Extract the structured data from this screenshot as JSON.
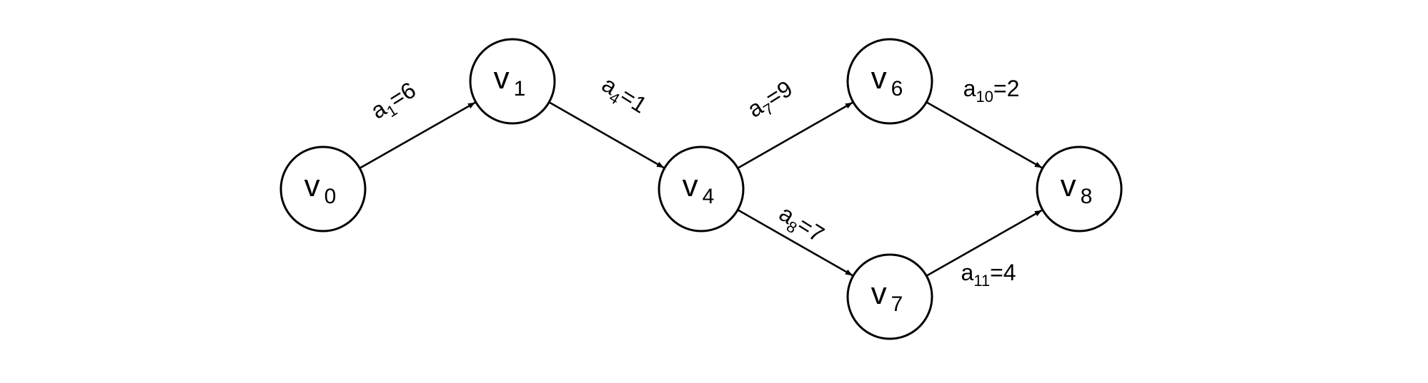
{
  "nodes": [
    {
      "id": "v0",
      "base": "v",
      "sub": "0"
    },
    {
      "id": "v1",
      "base": "v",
      "sub": "1"
    },
    {
      "id": "v4",
      "base": "v",
      "sub": "4"
    },
    {
      "id": "v6",
      "base": "v",
      "sub": "6"
    },
    {
      "id": "v7",
      "base": "v",
      "sub": "7"
    },
    {
      "id": "v8",
      "base": "v",
      "sub": "8"
    }
  ],
  "edges": [
    {
      "id": "a1",
      "from": "v0",
      "to": "v1",
      "base": "a",
      "sub": "1",
      "rest": "=6"
    },
    {
      "id": "a4",
      "from": "v1",
      "to": "v4",
      "base": "a",
      "sub": "4",
      "rest": "=1"
    },
    {
      "id": "a7",
      "from": "v4",
      "to": "v6",
      "base": "a",
      "sub": "7",
      "rest": "=9"
    },
    {
      "id": "a8",
      "from": "v4",
      "to": "v7",
      "base": "a",
      "sub": "8",
      "rest": "=7"
    },
    {
      "id": "a10",
      "from": "v6",
      "to": "v8",
      "base": "a",
      "sub": "10",
      "rest": "=2"
    },
    {
      "id": "a11",
      "from": "v7",
      "to": "v8",
      "base": "a",
      "sub": "11",
      "rest": "=4"
    }
  ]
}
